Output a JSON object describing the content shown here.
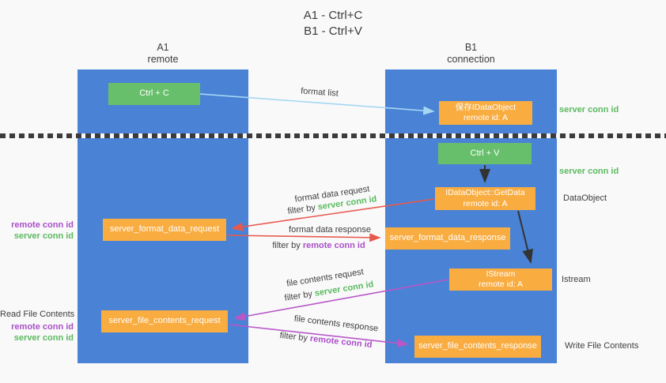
{
  "title": {
    "line1": "A1 - Ctrl+C",
    "line2": "B1 - Ctrl+V"
  },
  "columns": {
    "a1": {
      "name": "A1",
      "subtitle": "remote"
    },
    "b1": {
      "name": "B1",
      "subtitle": "connection"
    }
  },
  "nodes": {
    "ctrl_c": {
      "label": "Ctrl + C"
    },
    "save_idataobject": {
      "line1": "保存IDataObject",
      "line2": "remote id: A"
    },
    "ctrl_v": {
      "label": "Ctrl + V"
    },
    "getdata": {
      "line1": "IDataObject::GetData",
      "line2": "remote id: A"
    },
    "format_request": {
      "label": "server_format_data_request"
    },
    "format_response": {
      "label": "server_format_data_response"
    },
    "istream": {
      "line1": "IStream",
      "line2": "remote id: A"
    },
    "file_request": {
      "label": "server_file_contents_request"
    },
    "file_response": {
      "label": "server_file_contents_response"
    }
  },
  "flow_labels": {
    "format_list": "format list",
    "format_data_request": "format data request",
    "format_data_response": "format data response",
    "file_contents_request": "file contents request",
    "file_contents_response": "file contents response",
    "filter_by": "filter by ",
    "server_conn_id": "server conn id",
    "remote_conn_id": "remote conn id"
  },
  "side_labels": {
    "server_conn_id_top": "server conn id",
    "server_conn_id_mid": "server conn id",
    "dataobject": "DataObject",
    "istream": "Istream",
    "write_file_contents": "Write File Contents",
    "read_file_contents": "Read File Contents",
    "remote_conn_id": "remote conn id",
    "server_conn_id": "server conn id"
  },
  "colors": {
    "column_blue": "#4a82d5",
    "node_green": "#68bf6b",
    "node_orange": "#f9ac40",
    "arrow_light_blue": "#a5d7f2",
    "arrow_red": "#e8594d",
    "arrow_magenta": "#b957c8",
    "arrow_black": "#333333",
    "label_green": "#5bba5f",
    "label_purple": "#aa4fc8",
    "separator_dark": "#3b3b3b"
  }
}
